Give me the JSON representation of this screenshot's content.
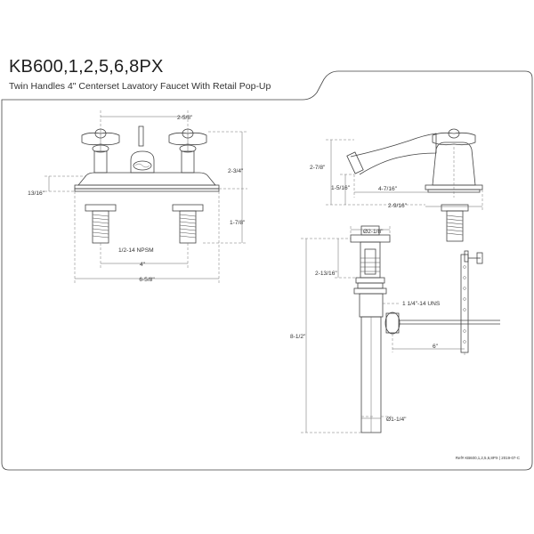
{
  "title": "KB600,1,2,5,6,8PX",
  "subtitle": "Twin Handles 4\" Centerset Lavatory Faucet With Retail Pop-Up",
  "front_view": {
    "dim_top": "2-5/8\"",
    "dim_height": "2-3/4\"",
    "dim_base": "13/16\"",
    "dim_shank": "1-7/8\"",
    "dim_thread": "1/2-14 NPSM",
    "dim_center": "4\"",
    "dim_width": "6-5/8\""
  },
  "side_view": {
    "dim_height": "2-7/8\"",
    "dim_spout_height": "1-5/16\"",
    "dim_reach": "4-7/16\"",
    "dim_depth": "2-9/16\""
  },
  "popup_view": {
    "dim_flange": "Ø2-1/8\"",
    "dim_body": "2-13/16\"",
    "dim_thread": "1 1/4\"-14 UNS",
    "dim_total": "8-1/2\"",
    "dim_rod": "6\"",
    "dim_tail": "Ø1-1/4\""
  },
  "footer_code": "Ref# KB600,1,2,5,6,8PX | 2019-07-C"
}
